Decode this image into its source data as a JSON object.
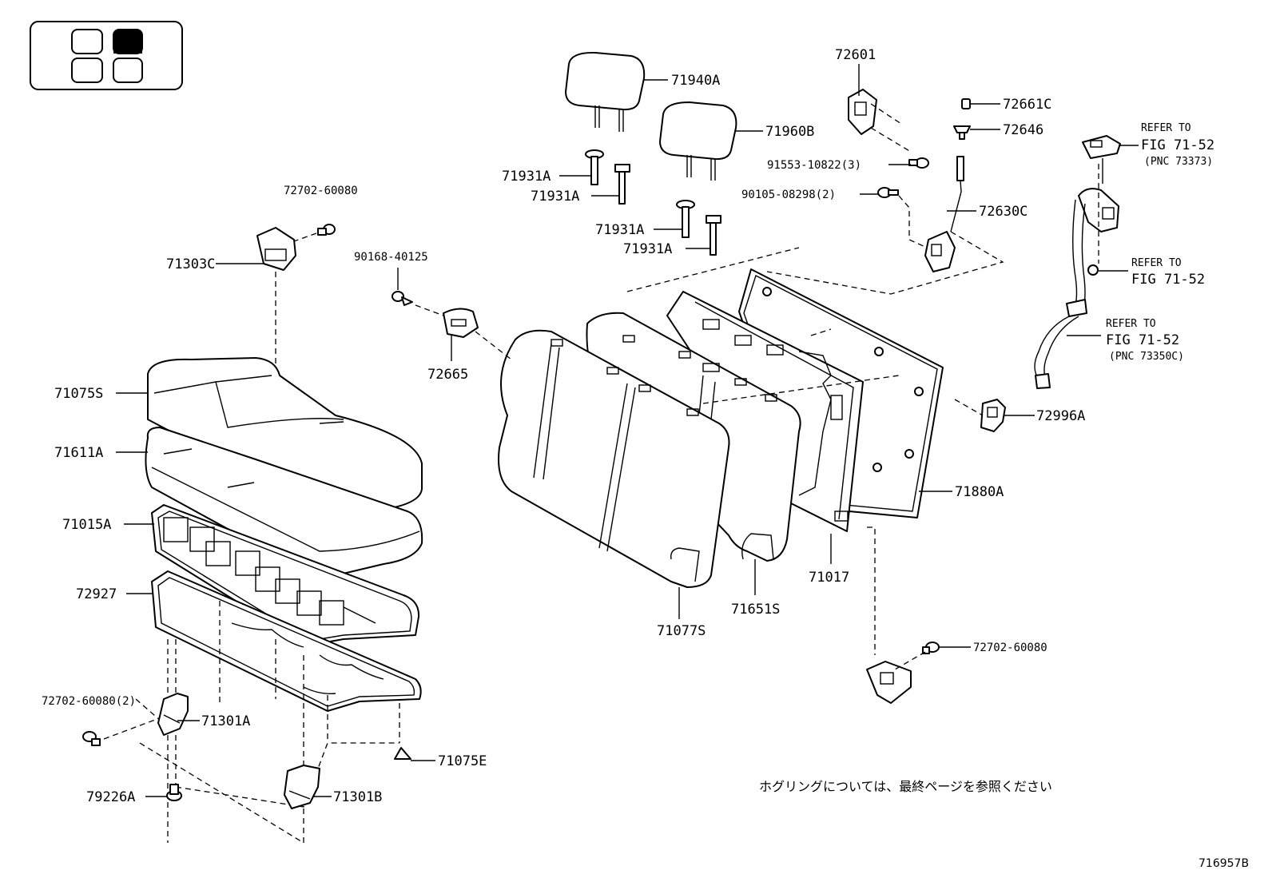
{
  "diagram": {
    "figure_number": "716957B",
    "note_jp": "ホグリングについては、最終ページを参照ください",
    "position_key": {
      "cells": 4,
      "highlighted_cell": "top-right"
    },
    "labels": {
      "p71940A": "71940A",
      "p71960B": "71960B",
      "p71931A_1": "71931A",
      "p71931A_2": "71931A",
      "p71931A_3": "71931A",
      "p71931A_4": "71931A",
      "p72601": "72601",
      "p72661C": "72661C",
      "p72646": "72646",
      "p91553": "91553-10822(3)",
      "p90105": "90105-08298(2)",
      "p72630C": "72630C",
      "p72702_top": "72702-60080",
      "p71303C": "71303C",
      "p90168": "90168-40125",
      "p72665": "72665",
      "p71075S": "71075S",
      "p71611A": "71611A",
      "p71015A": "71015A",
      "p72927": "72927",
      "p72702_2": "72702-60080(2)",
      "p71301A": "71301A",
      "p71075E": "71075E",
      "p79226A": "79226A",
      "p71301B": "71301B",
      "p71077S": "71077S",
      "p71651S": "71651S",
      "p71017": "71017",
      "p71880A": "71880A",
      "p72996A": "72996A",
      "p72702_right": "72702-60080"
    },
    "refs": {
      "ref1_a": "REFER TO",
      "ref1_b": "FIG 71-52",
      "ref1_c": "(PNC 73373)",
      "ref2_a": "REFER TO",
      "ref2_b": "FIG 71-52",
      "ref3_a": "REFER TO",
      "ref3_b": "FIG 71-52",
      "ref3_c": "(PNC 73350C)"
    }
  }
}
